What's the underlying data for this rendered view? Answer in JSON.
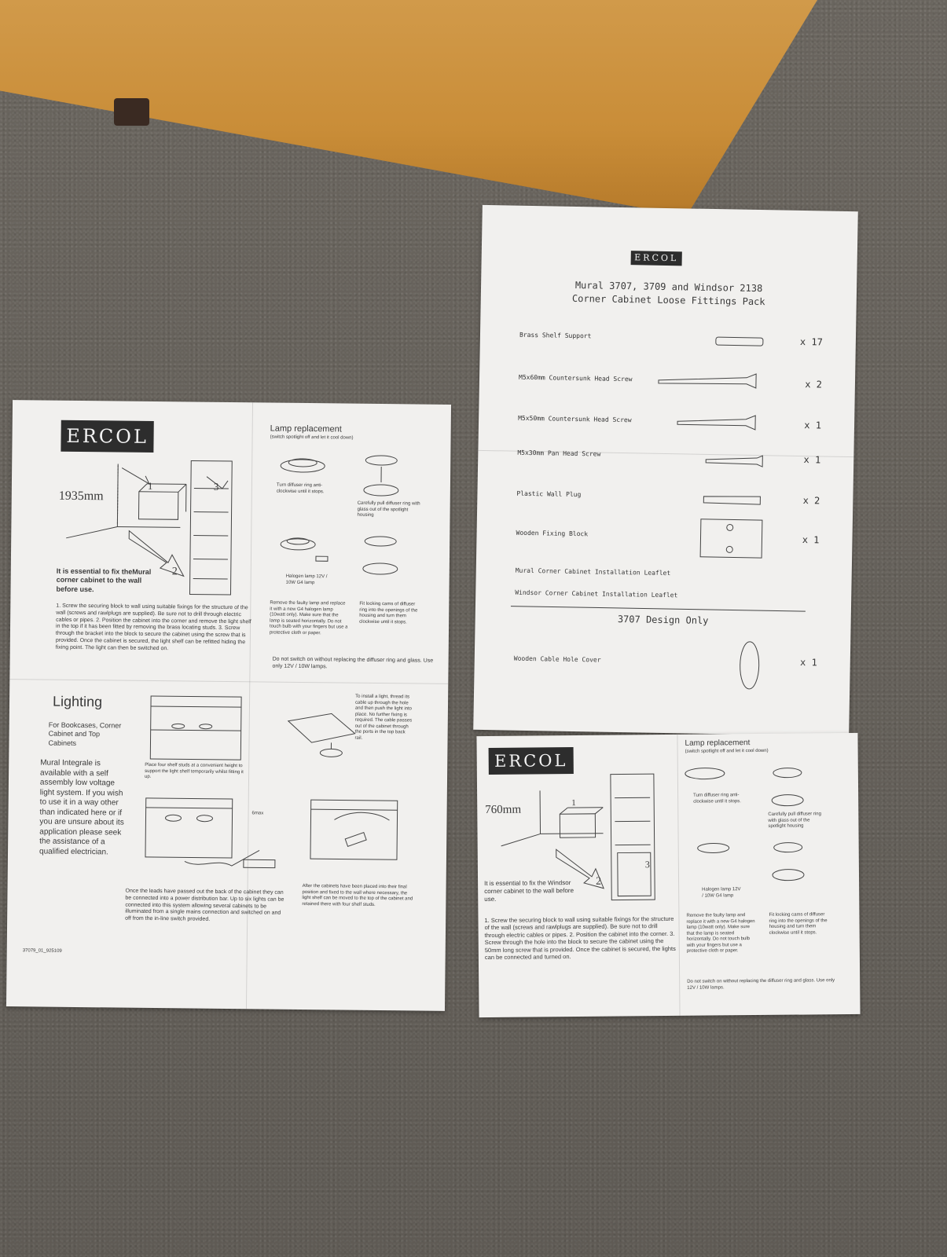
{
  "sheet_left": {
    "logo": "ERCOL",
    "height_label": "1935mm",
    "step_1": "1",
    "step_2": "2",
    "step_3": "3",
    "essential": "It is essential to fix theMural corner cabinet to the wall before use.",
    "instructions": "1. Screw the securing block to wall using suitable fixings for the structure of the wall (screws and rawlplugs are supplied). Be sure not to drill through electric cables or pipes. 2. Position the cabinet into the corner and remove the light shelf in the top if it has been fitted by removing the brass locating studs. 3. Screw through the bracket into the block to secure the cabinet using the screw that is provided. Once the cabinet is secured, the light shelf can be refitted hiding the fixing point. The light can then be switched on.",
    "lamp_title": "Lamp replacement",
    "lamp_subtitle": "(switch spotlight off and let it cool down)",
    "lamp_step_turn": "Turn diffuser ring anti-clockwise until it stops.",
    "lamp_step_pull": "Carefully pull diffuser ring with glass out of the spotlight housing",
    "lamp_label": "Halogen lamp 12V / 10W G4 lamp",
    "lamp_step_remove": "Remove the faulty lamp and replace it with a new G4 halogen lamp (10watt only). Make sure that the lamp is seated horizontally. Do not touch bulb with your fingers but use a protective cloth or paper.",
    "lamp_step_fit": "Fit locking cams of diffuser ring into the openings of the housing and turn them clockwise until it stops.",
    "lamp_warning": "Do not switch on without replacing the diffuser ring and glass. Use only 12V / 10W lamps.",
    "lighting_title": "Lighting",
    "lighting_for": "For Bookcases, Corner Cabinet and Top Cabinets",
    "lighting_body": "Mural Integrale is available with a self assembly low voltage light system. If you wish to use it in a way other than indicated here or if you are unsure about its application please seek the assistance of a qualified electrician.",
    "shelf_studs": "Place four shelf studs at a convenient height to support the light shelf temporarily whilst fitting it up.",
    "thread_cable": "To install a light, thread its cable up through the hole and then push the light into place. No further fixing is required. The cable passes out of the cabinet through the ports in the top back rail.",
    "max_label": "6max",
    "leads_text": "Once the leads have passed out the back of the cabinet they can be connected into a power distribution bar. Up to six lights can be connected into this system allowing several cabinets to be illuminated from a single mains connection and switched on and off from the in-line switch provided.",
    "after_text": "After the cabinets have been placed into their final position and fixed to the wall where necessary, the light shelf can be moved to the top of the cabinet and retained there with four shelf studs.",
    "code": "37079_01_925109"
  },
  "sheet_fittings": {
    "logo": "ERCOL",
    "title_1": "Mural 3707, 3709 and Windsor 2138",
    "title_2": "Corner Cabinet Loose Fittings Pack",
    "items": [
      {
        "name": "Brass Shelf Support",
        "qty": "x 17"
      },
      {
        "name": "M5x60mm Countersunk Head Screw",
        "qty": "x 2"
      },
      {
        "name": "M5x50mm Countersunk Head Screw",
        "qty": "x 1"
      },
      {
        "name": "M5x30mm Pan Head Screw",
        "qty": "x 1"
      },
      {
        "name": "Plastic Wall Plug",
        "qty": "x 2"
      },
      {
        "name": "Wooden Fixing Block",
        "qty": "x 1"
      }
    ],
    "leaflet_1": "Mural Corner Cabinet Installation Leaflet",
    "leaflet_2": "Windsor Corner Cabinet Installation Leaflet",
    "design_only": "3707 Design Only",
    "cover_name": "Wooden Cable Hole Cover",
    "cover_qty": "x 1"
  },
  "sheet_windsor": {
    "logo": "ERCOL",
    "height_label": "760mm",
    "step_1": "1",
    "step_2": "2",
    "step_3": "3",
    "essential": "It is essential to fix the Windsor corner cabinet to the wall before use.",
    "instructions": "1. Screw the securing block to wall using suitable fixings for the structure of the wall (screws and rawlplugs are supplied). Be sure not to drill through electric cables or pipes. 2. Position the cabinet into the corner. 3. Screw through the hole into the block to secure the cabinet using the 50mm long screw that is provided. Once the cabinet is secured, the lights can be connected and turned on.",
    "lamp_title": "Lamp replacement",
    "lamp_subtitle": "(switch spotlight off and let it cool down)",
    "lamp_step_turn": "Turn diffuser ring anti-clockwise until it stops.",
    "lamp_step_pull": "Carefully pull diffuser ring with glass out of the spotlight housing",
    "lamp_label": "Halogen lamp 12V / 10W G4 lamp",
    "lamp_step_remove": "Remove the faulty lamp and replace it with a new G4 halogen lamp (10watt only). Make sure that the lamp is seated horizontally. Do not touch bulb with your fingers but use a protective cloth or paper.",
    "lamp_step_fit": "Fit locking cams of diffuser ring into the openings of the housing and turn them clockwise until it stops.",
    "lamp_warning": "Do not switch on without replacing the diffuser ring and glass. Use only 12V / 10W lamps."
  }
}
